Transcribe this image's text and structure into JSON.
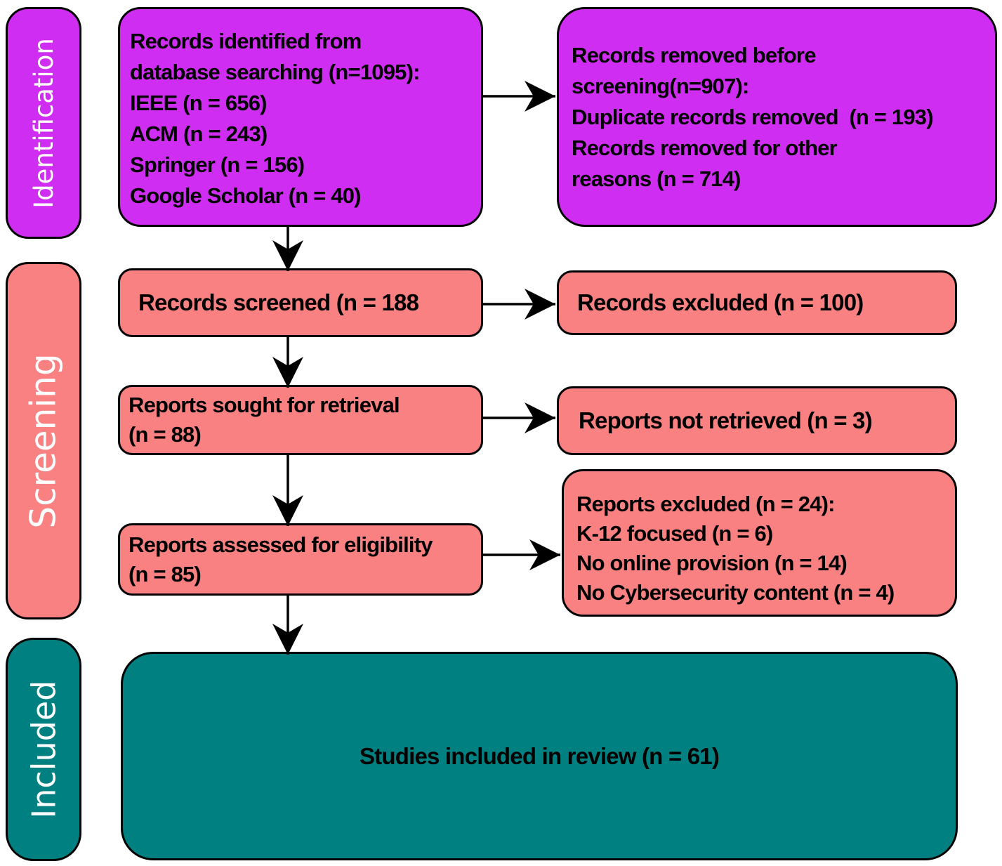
{
  "diagram": {
    "title": "PRISMA flow diagram",
    "colors": {
      "identification": "#d02df2",
      "screening": "#f98181",
      "included": "#008080",
      "border": "#000000",
      "text": "#000000",
      "stage_label": "#ffffff"
    },
    "stages": [
      {
        "label": "Identification"
      },
      {
        "label": "Screening"
      },
      {
        "label": "Included"
      }
    ],
    "boxes": {
      "records_identified": "Records identified from\ndatabase searching (n=1095):\nIEEE (n = 656)\nACM (n = 243)\nSpringer (n = 156)\nGoogle Scholar (n = 40)",
      "records_removed": "Records removed before\nscreening(n=907):\nDuplicate records removed  (n = 193)\nRecords removed for other\nreasons (n = 714)",
      "records_screened": "Records screened (n = 188",
      "records_excluded": "Records excluded (n = 100)",
      "reports_sought": "Reports sought for retrieval\n(n = 88)",
      "reports_not_retrieved": "Reports not retrieved (n = 3)",
      "reports_assessed": "Reports assessed for eligibility\n(n = 85)",
      "reports_excluded": "Reports excluded (n = 24):\nK-12 focused (n = 6)\nNo online provision (n = 14)\nNo Cybersecurity content (n = 4)",
      "studies_included": "Studies included in review (n = 61)"
    }
  }
}
